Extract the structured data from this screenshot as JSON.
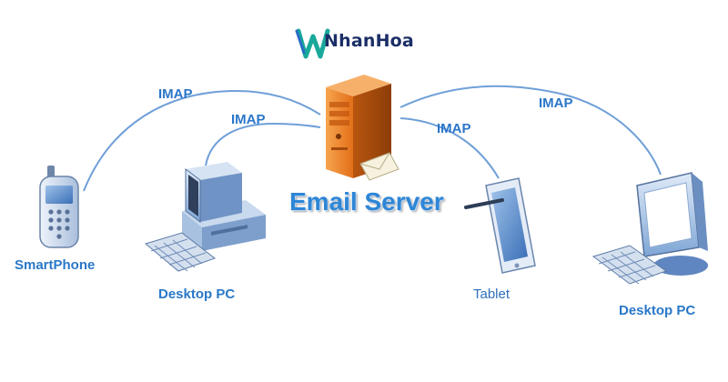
{
  "brand": {
    "name": "NhanHoa",
    "logo_icon": "nhanhoa-logo-icon",
    "color": "#1b2f66"
  },
  "server": {
    "label": "Email Server",
    "icon": "email-server-icon"
  },
  "protocol_labels": [
    "IMAP",
    "IMAP",
    "IMAP",
    "IMAP"
  ],
  "devices": [
    {
      "label": "SmartPhone",
      "icon": "smartphone-icon"
    },
    {
      "label": "Desktop PC",
      "icon": "desktop-pc-icon"
    },
    {
      "label": "Tablet",
      "icon": "tablet-icon"
    },
    {
      "label": "Desktop PC",
      "icon": "desktop-monitor-icon"
    }
  ],
  "colors": {
    "connection_line": "#6f9fd8",
    "label_blue": "#2b76c9",
    "server_orange": "#e87a24"
  }
}
